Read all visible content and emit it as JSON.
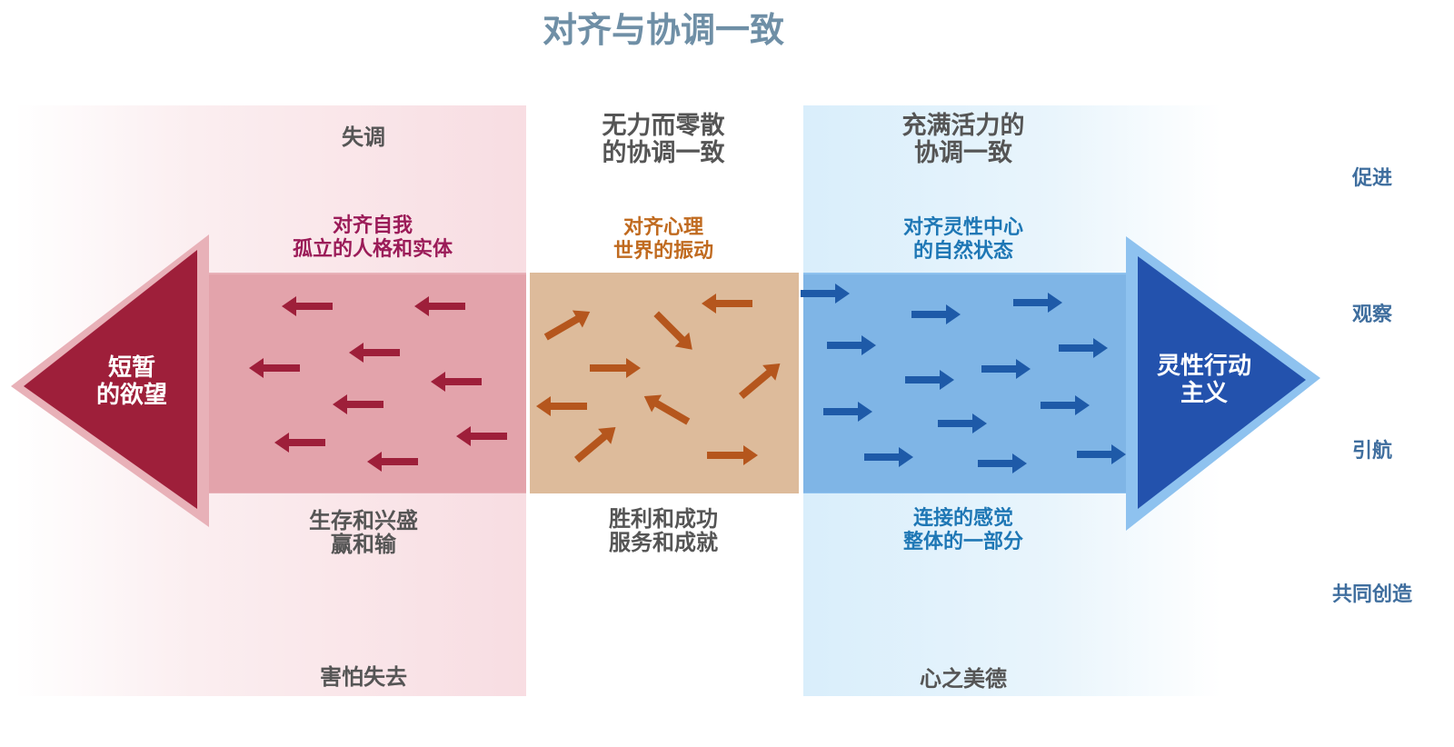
{
  "title": "对齐与协调一致",
  "columns": {
    "left": {
      "heading": "失调",
      "sub_line1": "对齐自我",
      "sub_line2": "孤立的人格和实体",
      "bottom_line1": "生存和兴盛",
      "bottom_line2": "赢和输",
      "footer": "害怕失去",
      "arrow_text_line1": "短暂",
      "arrow_text_line2": "的欲望"
    },
    "middle": {
      "heading_line1": "无力而零散",
      "heading_line2": "的协调一致",
      "sub_line1": "对齐心理",
      "sub_line2": "世界的振动",
      "bottom_line1": "胜利和成功",
      "bottom_line2": "服务和成就"
    },
    "right": {
      "heading_line1": "充满活力的",
      "heading_line2": "协调一致",
      "sub_line1": "对齐灵性中心",
      "sub_line2": "的自然状态",
      "bottom_line1": "连接的感觉",
      "bottom_line2": "整体的一部分",
      "footer": "心之美德",
      "arrow_text_line1": "灵性行动",
      "arrow_text_line2": "主义"
    }
  },
  "side_labels": [
    "促进",
    "观察",
    "引航",
    "共同创造"
  ],
  "colors": {
    "title": "#6f8fa6",
    "left_band": "#e3a3ab",
    "left_arrow": "#9e1f3a",
    "middle_band": "#ddbb9b",
    "middle_arrow": "#b5561d",
    "right_band": "#7fb5e6",
    "right_arrow": "#2352ad",
    "small_blue_arrow": "#1e5aa8"
  }
}
